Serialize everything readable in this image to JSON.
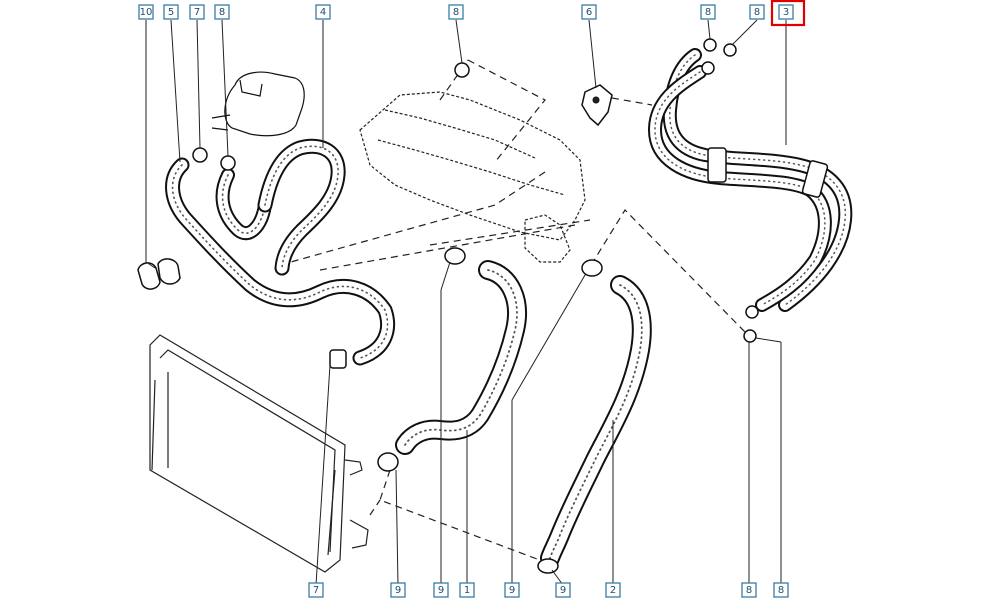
{
  "diagram": {
    "highlight_color": "#e00000",
    "callout_color": "#3a7ca5",
    "selected_part": "3",
    "callouts_top": [
      "10",
      "5",
      "7",
      "8",
      "4",
      "8",
      "6",
      "8",
      "8",
      "3"
    ],
    "callouts_bottom": [
      "7",
      "9",
      "9",
      "1",
      "9",
      "9",
      "2",
      "8",
      "8"
    ]
  }
}
